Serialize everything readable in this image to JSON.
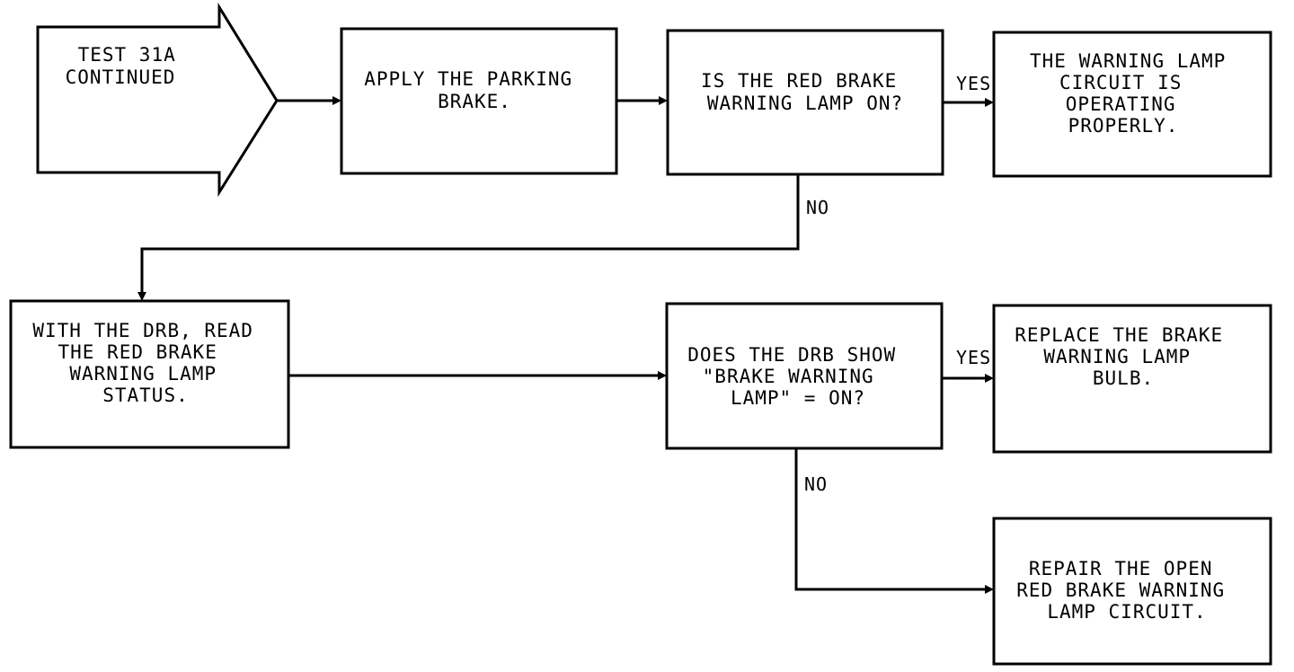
{
  "nodes": {
    "start": {
      "lines": [
        "TEST 31A",
        "CONTINUED"
      ]
    },
    "apply_brake": {
      "lines": [
        "APPLY THE PARKING",
        "BRAKE."
      ]
    },
    "lamp_on_question": {
      "lines": [
        "IS THE RED BRAKE",
        "WARNING LAMP ON?"
      ]
    },
    "circuit_ok": {
      "lines": [
        "THE WARNING LAMP",
        "CIRCUIT IS",
        "OPERATING",
        "PROPERLY."
      ]
    },
    "read_status": {
      "lines": [
        "WITH THE DRB, READ",
        "THE RED BRAKE",
        "WARNING LAMP",
        "STATUS."
      ]
    },
    "drb_question": {
      "lines": [
        "DOES THE DRB SHOW",
        "\"BRAKE WARNING",
        "LAMP\" = ON?"
      ]
    },
    "replace_bulb": {
      "lines": [
        "REPLACE THE BRAKE",
        "WARNING LAMP",
        "BULB."
      ]
    },
    "repair_circuit": {
      "lines": [
        "REPAIR THE OPEN",
        "RED BRAKE WARNING",
        "LAMP CIRCUIT."
      ]
    }
  },
  "edges": {
    "q1_yes": "YES",
    "q1_no": "NO",
    "q2_yes": "YES",
    "q2_no": "NO"
  },
  "colors": {
    "stroke": "#000000",
    "background": "#ffffff"
  }
}
